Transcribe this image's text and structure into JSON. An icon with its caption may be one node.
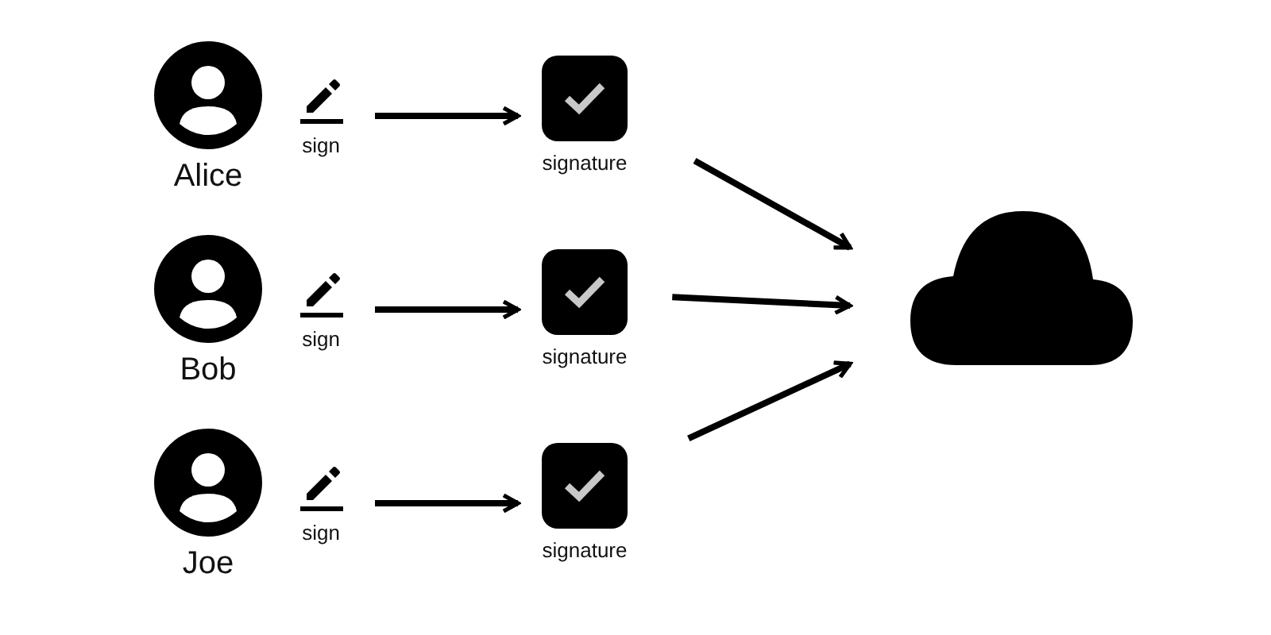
{
  "diagram": {
    "nodes": [
      {
        "text": [
          "Alice"
        ]
      },
      {
        "text": [
          "sign"
        ]
      },
      {
        "text": [
          "signature"
        ]
      },
      {
        "text": [
          "Bob"
        ]
      },
      {
        "text": [
          "sign"
        ]
      },
      {
        "text": [
          "signature"
        ]
      },
      {
        "text": [
          "Joe"
        ]
      },
      {
        "text": [
          "sign"
        ]
      },
      {
        "text": [
          "signature"
        ]
      },
      {
        "text": [],
        "shape": "cloud"
      }
    ],
    "edges": [
      {
        "from": 1,
        "to": 2,
        "arrow": "to"
      },
      {
        "from": 4,
        "to": 5,
        "arrow": "to"
      },
      {
        "from": 7,
        "to": 8,
        "arrow": "to"
      },
      {
        "from": 2,
        "to": 9,
        "arrow": "to"
      },
      {
        "from": 5,
        "to": 9,
        "arrow": "to"
      },
      {
        "from": 8,
        "to": 9,
        "arrow": "to"
      }
    ]
  }
}
